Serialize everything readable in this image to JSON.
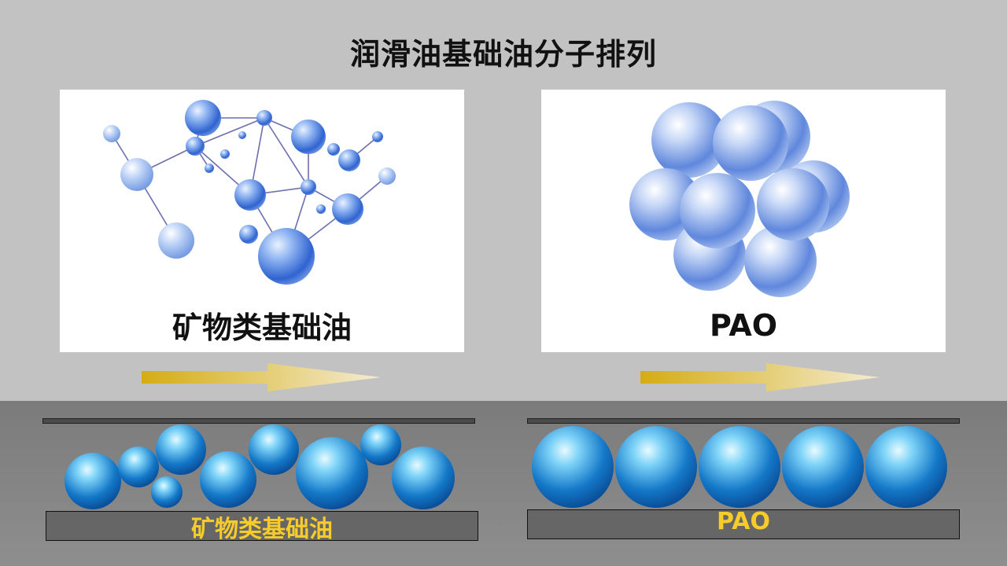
{
  "title": "润滑油基础油分子排列",
  "panels": {
    "left": {
      "label": "矿物类基础油"
    },
    "right": {
      "label": "PAO"
    }
  },
  "bottom": {
    "left_label": "矿物类基础油",
    "right_label": "PAO"
  },
  "colors": {
    "background": "#c2c2c2",
    "band": "#808080",
    "label_yellow": "#f5cc2a",
    "arrow_gold": "#d9b21e",
    "molecule_blue": "#4f86e0",
    "ball_cyan": "#2aa6e8"
  }
}
